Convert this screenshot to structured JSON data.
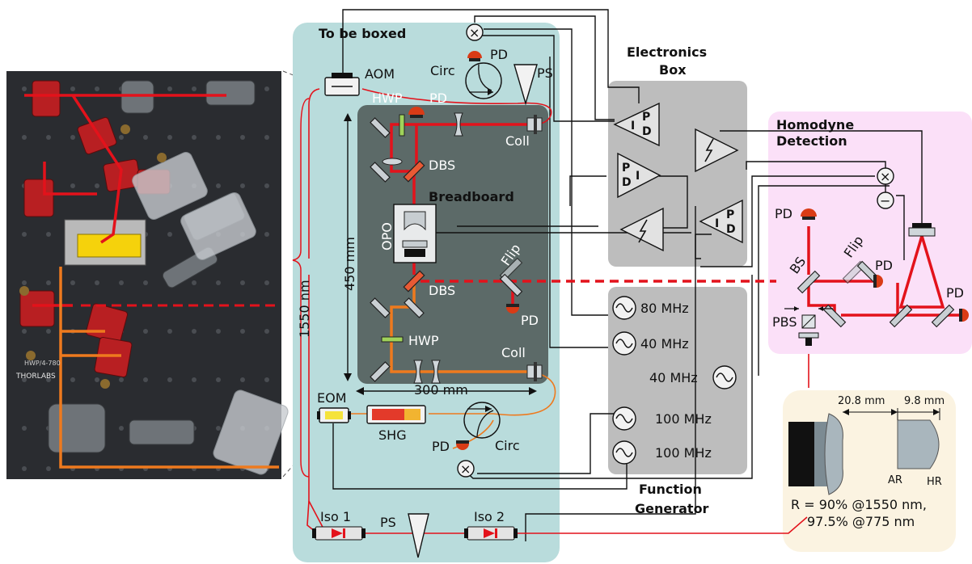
{
  "regions": {
    "boxed_label": "To be boxed",
    "breadboard_label": "Breadboard",
    "electronics_label_1": "Electronics",
    "electronics_label_2": "Box",
    "function_label_1": "Function",
    "function_label_2": "Generator",
    "homodyne_label_1": "Homodyne",
    "homodyne_label_2": "Detection"
  },
  "components": {
    "aom": "AOM",
    "circ_top": "Circ",
    "circ_bottom": "Circ",
    "ps_top": "PS",
    "ps_bottom": "PS",
    "pd_top": "PD",
    "pd_hwp": "PD",
    "pd_flip": "PD",
    "pd_shg": "PD",
    "pd_hd_left": "PD",
    "pd_hd_mid": "PD",
    "pd_hd_right": "PD",
    "hwp_top": "HWP",
    "hwp_bottom": "HWP",
    "dbs_top": "DBS",
    "dbs_bottom": "DBS",
    "coll_top": "Coll",
    "coll_bottom": "Coll",
    "opo": "OPO",
    "flip": "Flip",
    "flip_hd": "Flip",
    "eom": "EOM",
    "shg": "SHG",
    "iso1": "Iso 1",
    "iso2": "Iso 2",
    "bs": "BS",
    "pbs": "PBS"
  },
  "dimensions": {
    "height": "450 mm",
    "width": "300 mm",
    "fiber": "1550 nm"
  },
  "pid_labels": {
    "i": "I",
    "p": "P",
    "d": "D"
  },
  "oscillators": [
    "80 MHz",
    "40 MHz",
    "40 MHz",
    "100 MHz",
    "100 MHz"
  ],
  "mixer_symbols": {
    "multiply": "×",
    "subtract": "−"
  },
  "cavity_inset": {
    "d1": "20.8 mm",
    "d2": "9.8 mm",
    "ar": "AR",
    "hr": "HR",
    "r1": "R = 90% @1550 nm,",
    "r2": "97.5% @775 nm"
  },
  "photo_text": {
    "brand": "THORLABS",
    "part": "HWP/4-780"
  },
  "colors": {
    "boxed_bg": "#b9dcdc",
    "breadboard_bg": "#5c6a68",
    "electronics_bg": "#bdbdbd",
    "homodyne_bg": "#fbe0f8",
    "inset_bg": "#fbf3e1",
    "beam_1550": "#e3121b",
    "beam_775": "#ee7a1e"
  }
}
